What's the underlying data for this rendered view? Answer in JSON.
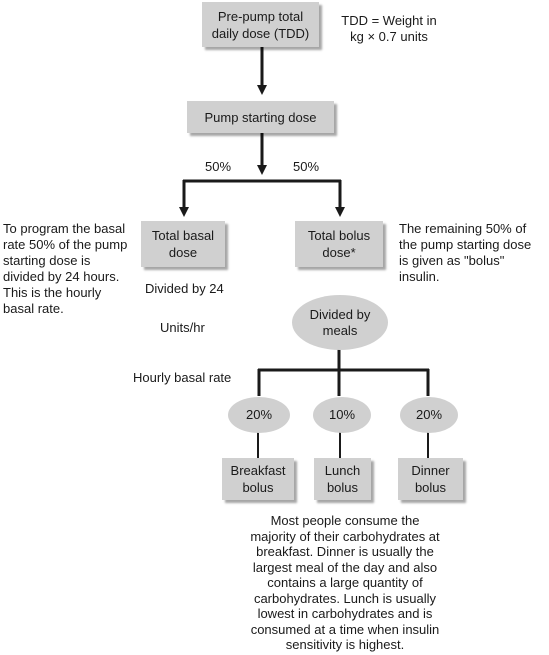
{
  "boxes": {
    "tdd": "Pre-pump total\ndaily dose (TDD)",
    "pump_start": "Pump starting dose",
    "total_basal": "Total basal\ndose",
    "total_bolus": "Total bolus\ndose*",
    "breakfast": "Breakfast\nbolus",
    "lunch": "Lunch\nbolus",
    "dinner": "Dinner\nbolus"
  },
  "ovals": {
    "divided_meals": "Divided by\nmeals",
    "pct_breakfast": "20%",
    "pct_lunch": "10%",
    "pct_dinner": "20%"
  },
  "labels": {
    "tdd_formula": "TDD = Weight in\nkg × 0.7 units",
    "split_left": "50%",
    "split_right": "50%",
    "basal_note": "To program the basal\nrate 50% of the pump\nstarting dose is\ndivided by 24 hours.\nThis is the hourly\nbasal rate.",
    "bolus_note": "The remaining 50% of\nthe pump starting dose\nis given as \"bolus\" insulin.",
    "divided_24": "Divided by 24",
    "units_hr": "Units/hr",
    "hourly_basal": "Hourly basal rate",
    "carb_note": "Most people consume the\nmajority of their carbohydrates at\nbreakfast. Dinner is usually the\nlargest meal of the day and also\ncontains a large quantity of\ncarbohydrates. Lunch is usually\nlowest in carbohydrates and is\nconsumed at a time when insulin\nsensitivity is highest."
  }
}
